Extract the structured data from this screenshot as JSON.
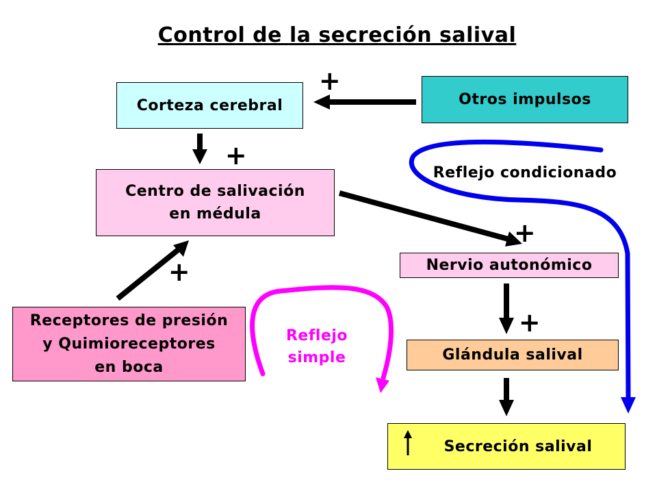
{
  "title": "Control de la secreción salival",
  "boxes": {
    "corteza": {
      "label": "Corteza cerebral",
      "color": "#CCFFFF"
    },
    "otros": {
      "label": "Otros impulsos",
      "color": "#33CCCC"
    },
    "centro": {
      "line1": "Centro de salivación",
      "line2": "en médula",
      "color": "#FFCCEE"
    },
    "receptores": {
      "line1": "Receptores de presión",
      "line2": "y Quimioreceptores",
      "line3": "en boca",
      "color": "#FF99CC"
    },
    "nervio": {
      "label": "Nervio autonómico",
      "color": "#FFCCEE"
    },
    "glandula": {
      "label": "Glándula salival",
      "color": "#FFCC99"
    },
    "secrecion": {
      "label": "Secreción salival",
      "color": "#FFFF66"
    }
  },
  "labels": {
    "reflejo_condicionado": "Reflejo condicionado",
    "reflejo_simple_line1": "Reflejo",
    "reflejo_simple_line2": "simple",
    "plus": "+"
  },
  "colors": {
    "conditioned_reflex": "#0000EE",
    "simple_reflex": "#FF00FF",
    "arrow": "#000000"
  }
}
